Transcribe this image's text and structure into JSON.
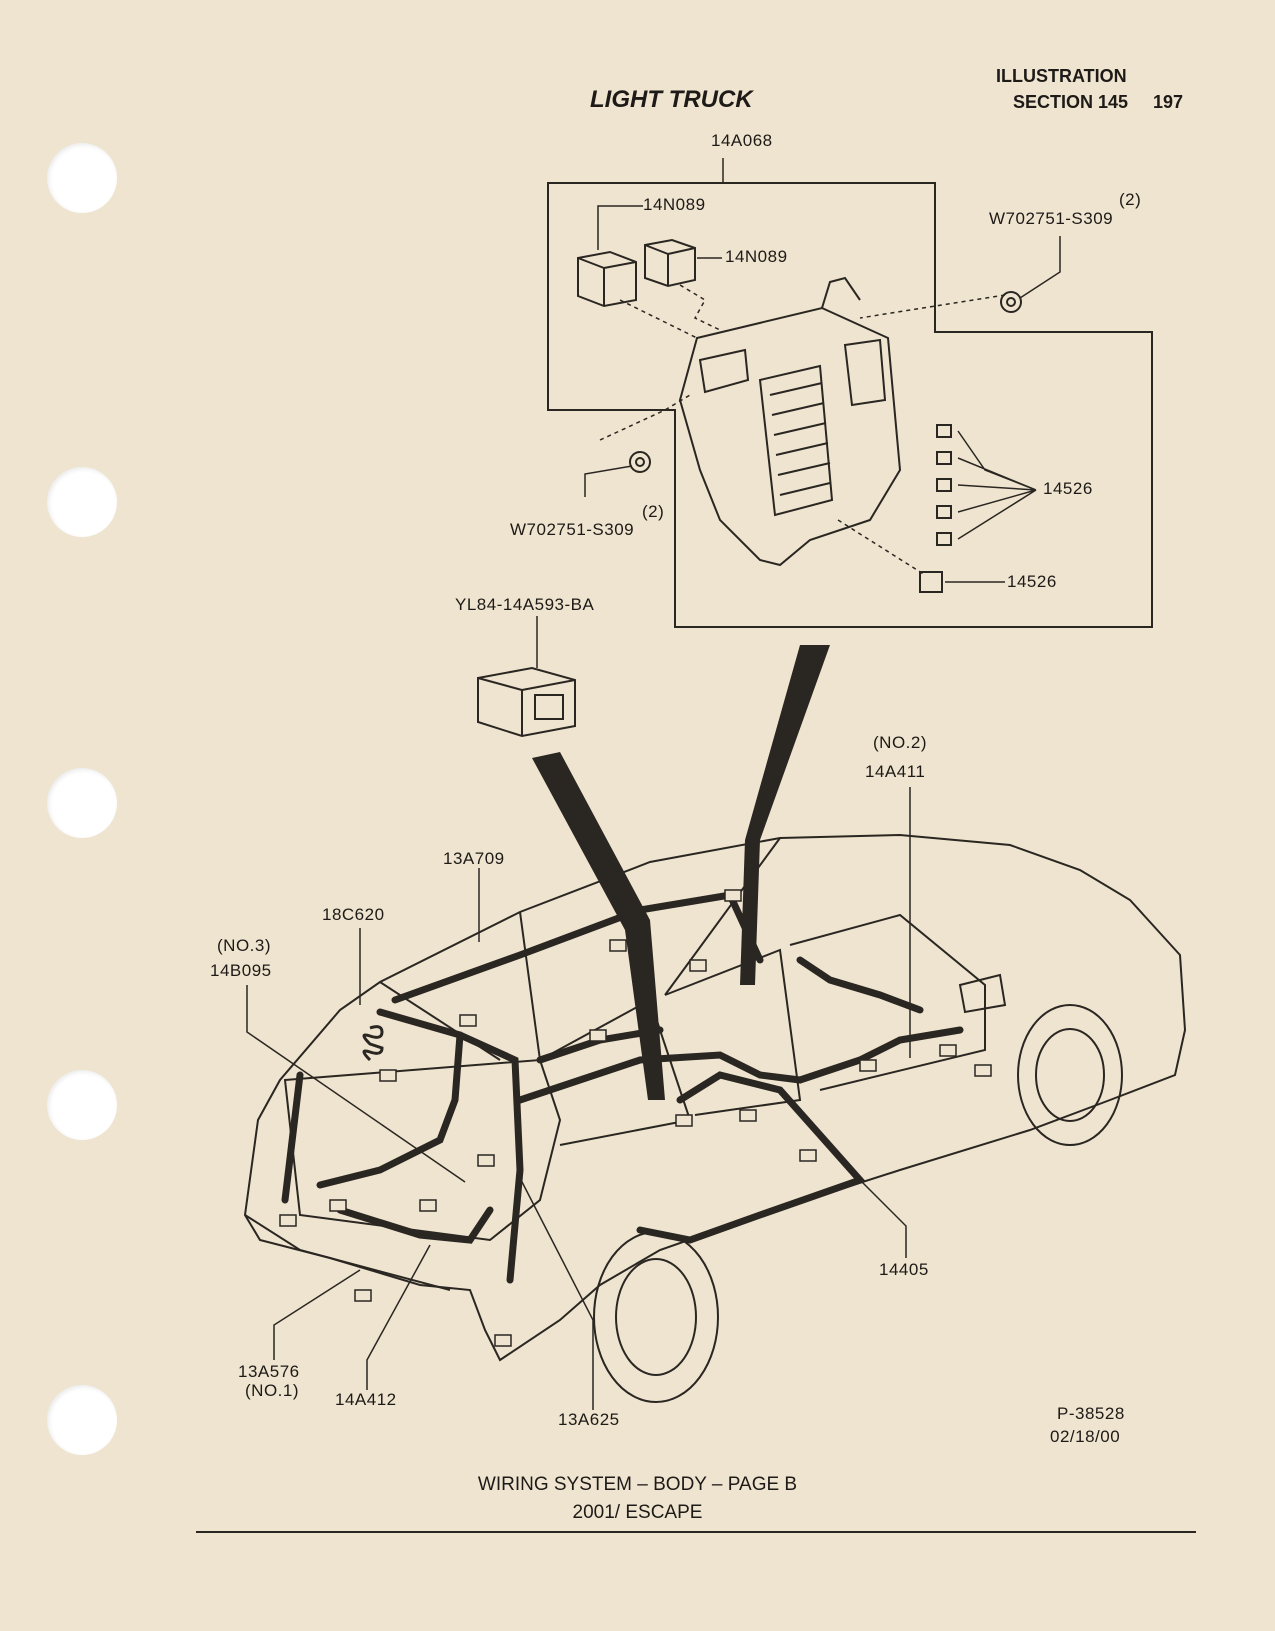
{
  "header": {
    "title": "LIGHT TRUCK",
    "illustration": "ILLUSTRATION",
    "section": "SECTION 145",
    "page_number": "197"
  },
  "labels": {
    "box_part": "14A068",
    "relay_a": "14N089",
    "relay_b": "14N089",
    "nut_top_qty": "(2)",
    "nut_top": "W702751-S309",
    "nut_left_qty": "(2)",
    "nut_left": "W702751-S309",
    "fuses": "14526",
    "fuse_single": "14526",
    "connector": "YL84-14A593-BA",
    "harness_no2_tag": "(NO.2)",
    "harness_no2": "14A411",
    "roof_harness": "13A709",
    "part_18c620": "18C620",
    "harness_no3_tag": "(NO.3)",
    "harness_no3": "14B095",
    "floor_harness": "14405",
    "harness_no1": "13A576",
    "harness_no1_tag": "(NO.1)",
    "liftgate_harness": "14A412",
    "part_13a625": "13A625",
    "ref_id": "P-38528",
    "ref_date": "02/18/00"
  },
  "footer": {
    "line1": "WIRING SYSTEM – BODY – PAGE B",
    "line2": "2001/ ESCAPE"
  }
}
